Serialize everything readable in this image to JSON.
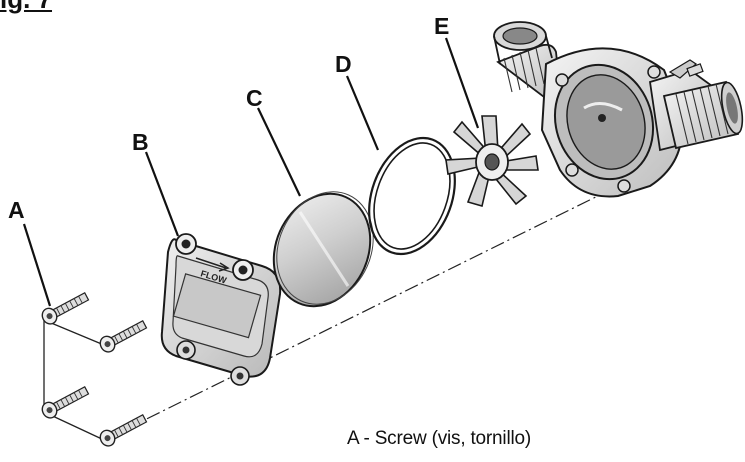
{
  "figure": {
    "title": "ig. 7"
  },
  "labels": {
    "a": "A",
    "b": "B",
    "c": "C",
    "d": "D",
    "e": "E"
  },
  "cover_text": "FLOW",
  "caption": "A - Screw (vis, tornillo)",
  "colors": {
    "ink": "#111111",
    "lens": "#cfcfcf",
    "body": "#e6e6e6"
  }
}
